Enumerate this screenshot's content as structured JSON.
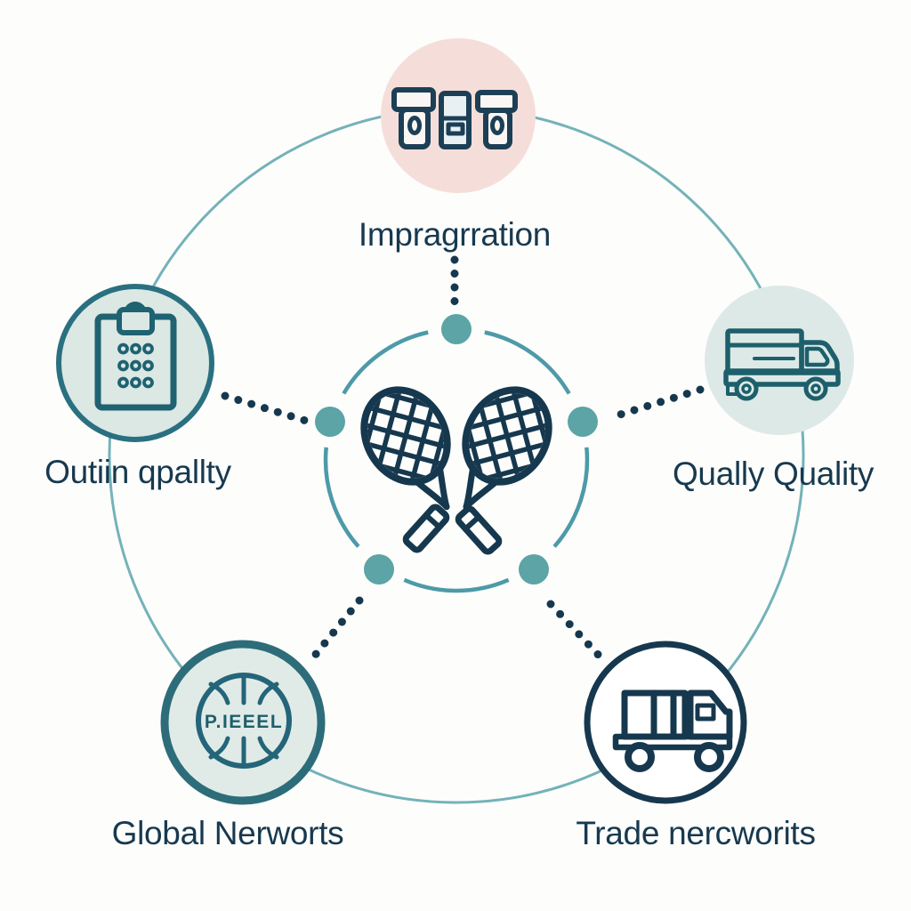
{
  "diagram": {
    "type": "hub-and-spoke circular diagram",
    "center": {
      "icon": "crossed-badminton-rackets",
      "description": "two crossed rackets with two grip pieces below"
    },
    "nodes": [
      {
        "position": "top",
        "label": "Impragrration",
        "icon": "shuttlecock-tube-containers"
      },
      {
        "position": "left",
        "label": "Outiin qpallty",
        "icon": "clipboard-checklist"
      },
      {
        "position": "right",
        "label": "Qually Quality",
        "icon": "delivery-truck"
      },
      {
        "position": "bottom-left",
        "label": "Global Nerworts",
        "icon": "ball-globe",
        "badge_text": "P.IEEEL"
      },
      {
        "position": "bottom-right",
        "label": "Trade nercworits",
        "icon": "cargo-truck"
      }
    ],
    "colors": {
      "navy": "#16384e",
      "label_text": "#17394f",
      "hub_dot_teal": "#5ca4a6",
      "inner_ring": "#4d9aa8",
      "outer_ring": "#74b2b9",
      "node_pink": "#f5ded9",
      "node_light_teal": "#dbe8e4",
      "node_light_teal2": "#dde9e7",
      "node_pale_green": "#e0ebe7",
      "icon_teal": "#1d5f6b",
      "icon_teal_border": "#2a7080",
      "ball_border": "#2d6d7a",
      "background": "#fdfdfc"
    }
  }
}
